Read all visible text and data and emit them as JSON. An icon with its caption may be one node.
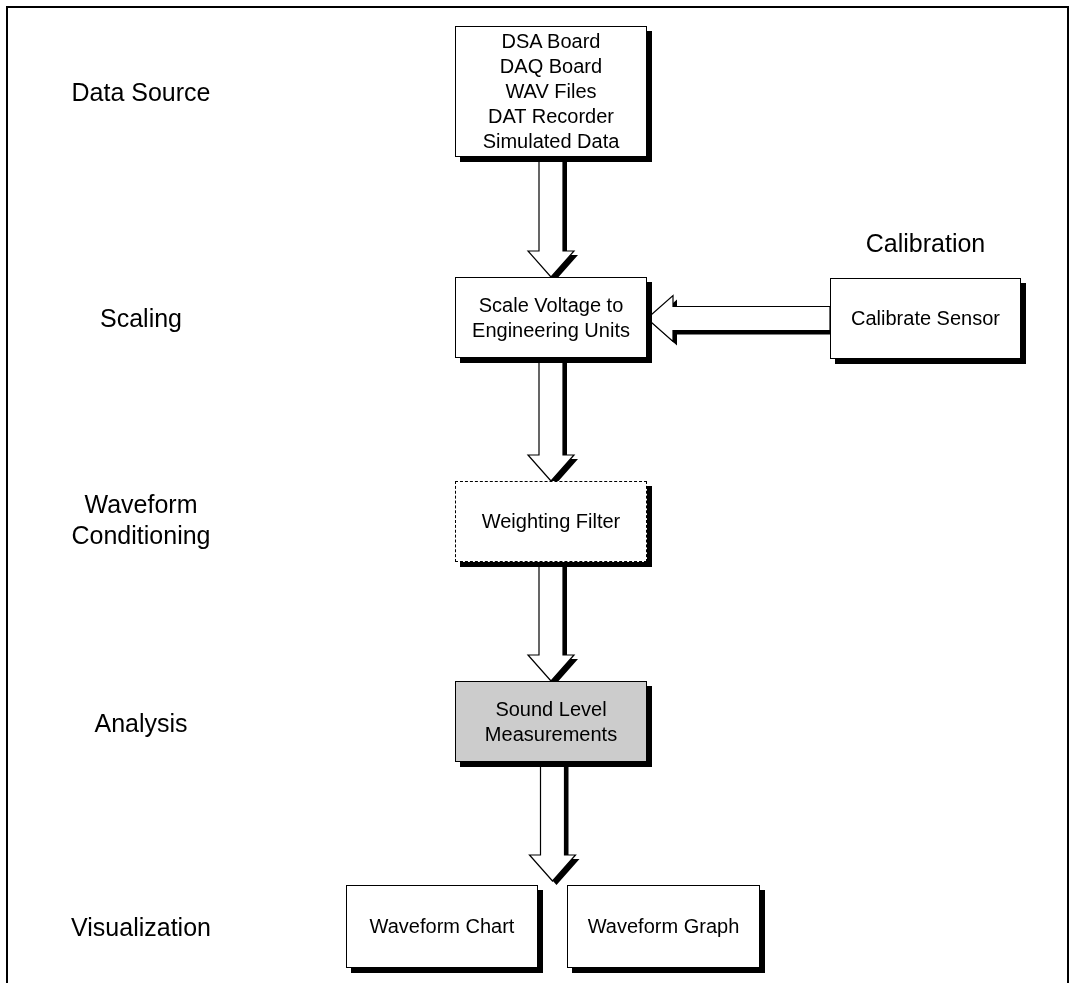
{
  "diagram": {
    "nodes": [
      {
        "text": [
          "DSA Board",
          "DAQ Board",
          "WAV Files",
          "DAT Recorder",
          "Simulated Data"
        ]
      },
      {
        "text": [
          "Scale Voltage to Engineering Units"
        ]
      },
      {
        "text": [
          "Calibration",
          "Calibrate Sensor"
        ]
      },
      {
        "text": [
          "Weighting Filter"
        ]
      },
      {
        "text": [
          "Sound Level Measurements"
        ]
      },
      {
        "text": [
          "Waveform Chart"
        ]
      },
      {
        "text": [
          "Waveform Graph"
        ]
      }
    ],
    "edges": [
      {
        "from": 0,
        "to": 1,
        "arrow": "to"
      },
      {
        "from": 2,
        "to": 1,
        "arrow": "to"
      },
      {
        "from": 1,
        "to": 3,
        "arrow": "to"
      },
      {
        "from": 3,
        "to": 4,
        "arrow": "to"
      },
      {
        "from": 4,
        "to": 5,
        "arrow": "to"
      },
      {
        "from": 4,
        "to": 6,
        "arrow": "to"
      }
    ],
    "labels": [
      "Data Source",
      "Scaling",
      "Waveform Conditioning",
      "Analysis",
      "Visualization"
    ]
  }
}
